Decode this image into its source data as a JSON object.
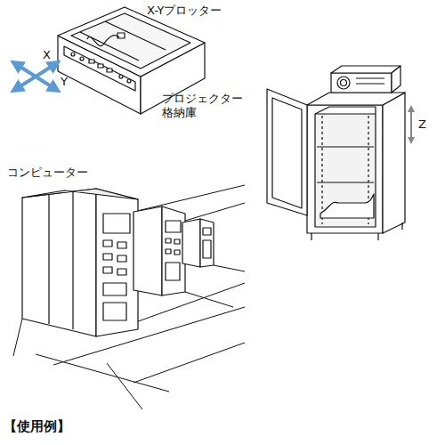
{
  "diagram": {
    "caption": "【使用例】",
    "labels": [
      "X-Yプロッター",
      "X",
      "Y",
      "プロジェクター 格納庫",
      "Z",
      "コンピューター"
    ]
  }
}
